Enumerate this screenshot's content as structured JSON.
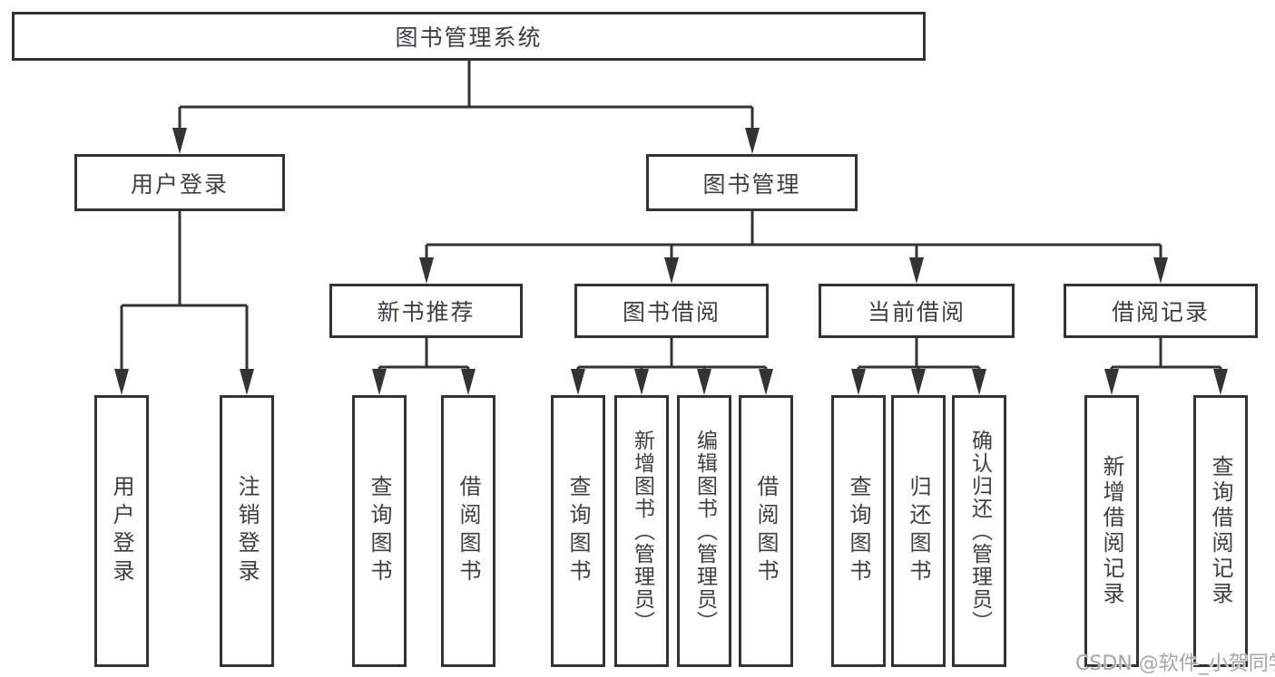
{
  "tree": {
    "root": "图书管理系统",
    "branches": [
      {
        "label": "用户登录",
        "leaves": [
          "用户登录",
          "注销登录"
        ]
      },
      {
        "label": "图书管理",
        "groups": [
          {
            "label": "新书推荐",
            "leaves": [
              "查询图书",
              "借阅图书"
            ]
          },
          {
            "label": "图书借阅",
            "leaves": [
              "查询图书",
              "新增图书（管理员）",
              "编辑图书（管理员）",
              "借阅图书"
            ]
          },
          {
            "label": "当前借阅",
            "leaves": [
              "查询图书",
              "归还图书",
              "确认归还（管理员）"
            ]
          },
          {
            "label": "借阅记录",
            "leaves": [
              "新增借阅记录",
              "查询借阅记录"
            ]
          }
        ]
      }
    ]
  },
  "watermark": {
    "text": "CSDN @软件_小贺同学"
  },
  "colors": {
    "line": "#333333",
    "text": "#3b4046",
    "watermark": "#a6a6a6",
    "background": "#ffffff"
  }
}
